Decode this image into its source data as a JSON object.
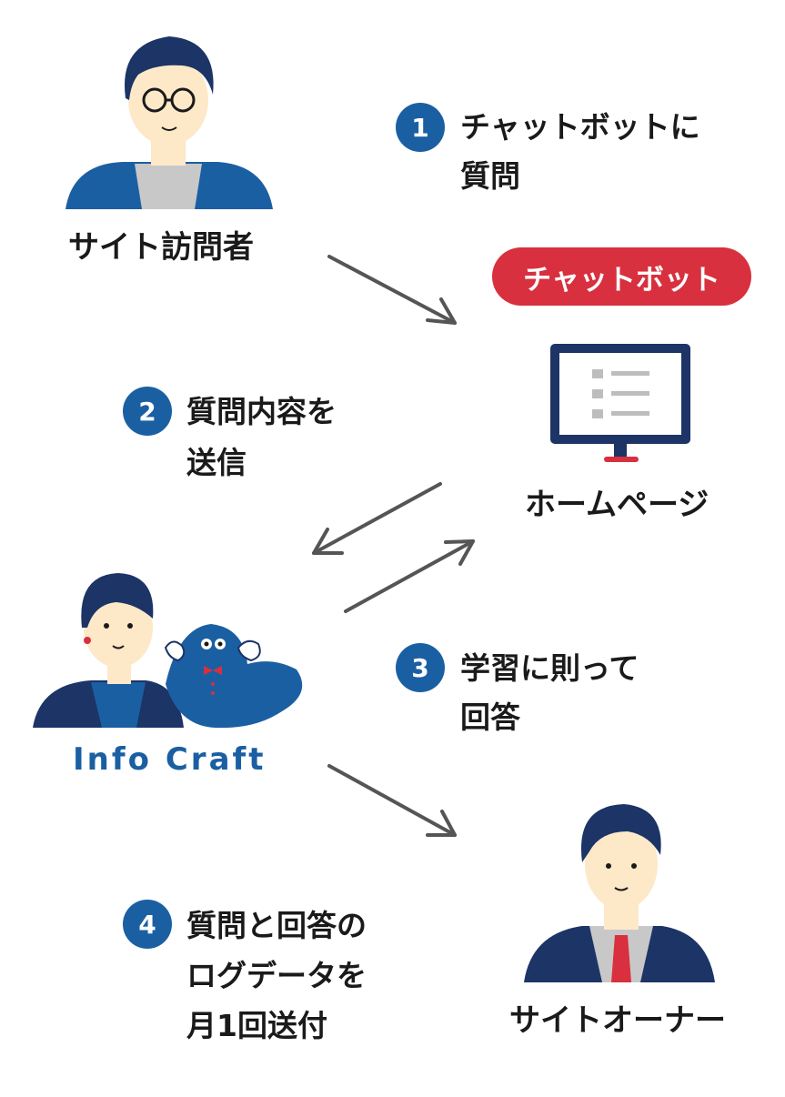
{
  "actors": {
    "visitor": "サイト訪問者",
    "homepage": "ホームページ",
    "owner": "サイトオーナー",
    "brand": "Info Craft"
  },
  "chatbot_label": "チャットボット",
  "steps": [
    {
      "number": "1",
      "line1": "チャットボットに",
      "line2": "質問"
    },
    {
      "number": "2",
      "line1": "質問内容を",
      "line2": "送信"
    },
    {
      "number": "3",
      "line1": "学習に則って",
      "line2": "回答"
    },
    {
      "number": "4",
      "line1": "質問と回答の",
      "line2": "ログデータを",
      "line3": "月1回送付"
    }
  ],
  "colors": {
    "accent_blue": "#1b5fa3",
    "chatbot_red": "#d8303e",
    "arrow_gray": "#555555",
    "navy": "#1c3466"
  }
}
